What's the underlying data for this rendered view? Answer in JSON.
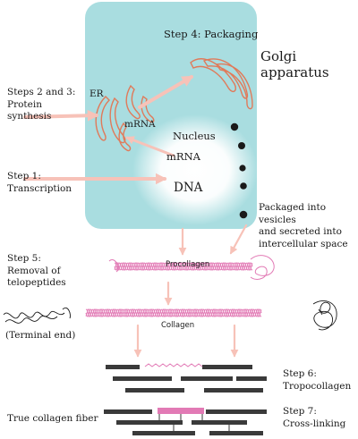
{
  "labels": {
    "step4": "Step 4: Packaging",
    "golgi": "Golgi apparatus",
    "steps23": "Steps 2 and 3:\nProtein\nsynthesis",
    "er": "ER",
    "mrna_cyto": "mRNA",
    "nucleus": "Nucleus",
    "mrna_nuc": "mRNA",
    "step1": "Step 1:\nTranscription",
    "dna": "DNA",
    "packaged": "Packaged into vesicles\nand secreted into\nintercellular space",
    "step5": "Step 5:\nRemoval of\ntelopeptides",
    "procollagen": "Procollagen",
    "terminal": "(Terminal end)",
    "collagen": "Collagen",
    "step6": "Step 6:\nTropocollagen",
    "true_fiber": "True collagen fiber",
    "step7": "Step 7:\nCross-linking"
  },
  "colors": {
    "cell": "#a9dde0",
    "nucleus_glow": "#ffffff",
    "organelle": "#e07a5a",
    "arrow": "#f7c2b8",
    "helix": "#e27ab5",
    "fiber_dark": "#3a3a3a",
    "fiber_pink": "#e27ab5"
  }
}
